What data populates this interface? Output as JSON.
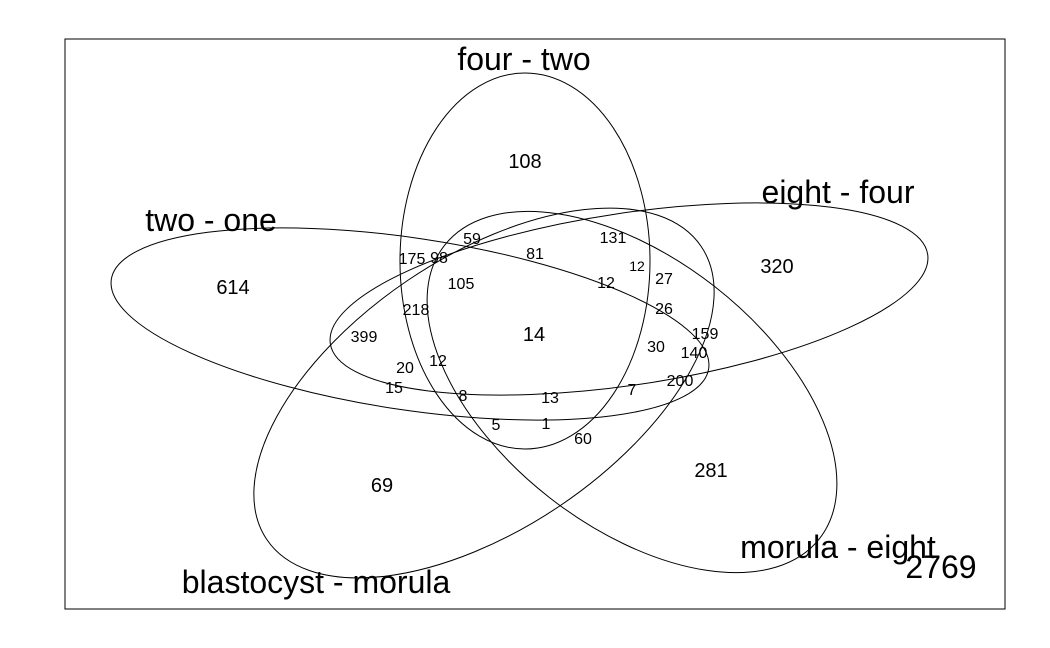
{
  "diagram": {
    "type": "venn-5-set",
    "sets": {
      "four_two": "four - two",
      "eight_four": "eight - four",
      "two_one": "two - one",
      "morula_eight": "morula - eight",
      "blastocyst_morula": "blastocyst - morula"
    },
    "outside_count": "2769",
    "region_counts": {
      "four_two_only": "108",
      "eight_four_only": "320",
      "two_one_only": "614",
      "morula_eight_only": "281",
      "blastocyst_morula_only": "69",
      "center": "14",
      "r59": "59",
      "r81": "81",
      "r131": "131",
      "r175": "175",
      "r98": "98",
      "r105": "105",
      "r12a": "12",
      "r12b": "12",
      "r27": "27",
      "r218": "218",
      "r26": "26",
      "r399": "399",
      "r159": "159",
      "r30": "30",
      "r140": "140",
      "r20": "20",
      "r12c": "12",
      "r15": "15",
      "r8": "8",
      "r13": "13",
      "r7": "7",
      "r200": "200",
      "r5": "5",
      "r1": "1",
      "r60": "60"
    }
  }
}
